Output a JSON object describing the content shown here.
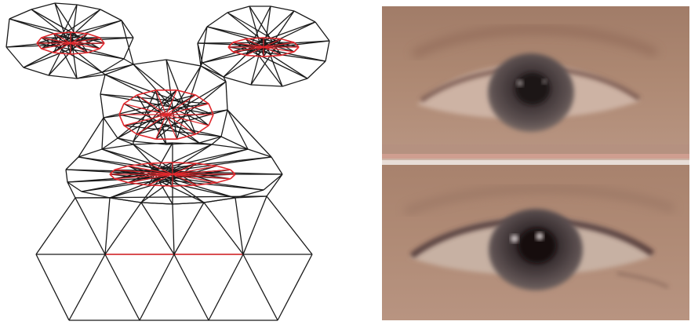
{
  "figure": {
    "left_panel": {
      "kind": "triangulated-mesh",
      "edge_color": "#1a1a1a",
      "feature_edge_color": "#e0282d",
      "feature_regions": [
        "left-eye-ellipse",
        "right-eye-ellipse",
        "nose-ellipse",
        "mouth-ellipse",
        "chin-line"
      ]
    },
    "right_panel": {
      "kind": "photo-comparison",
      "crops": [
        {
          "name": "eye-crop-top",
          "iris_color": "#3b3133",
          "skin_color": "#ad8872"
        },
        {
          "name": "eye-crop-bottom",
          "iris_color": "#2f2628",
          "skin_color": "#b08b76"
        }
      ],
      "divider_color": "#cf9e90"
    }
  }
}
